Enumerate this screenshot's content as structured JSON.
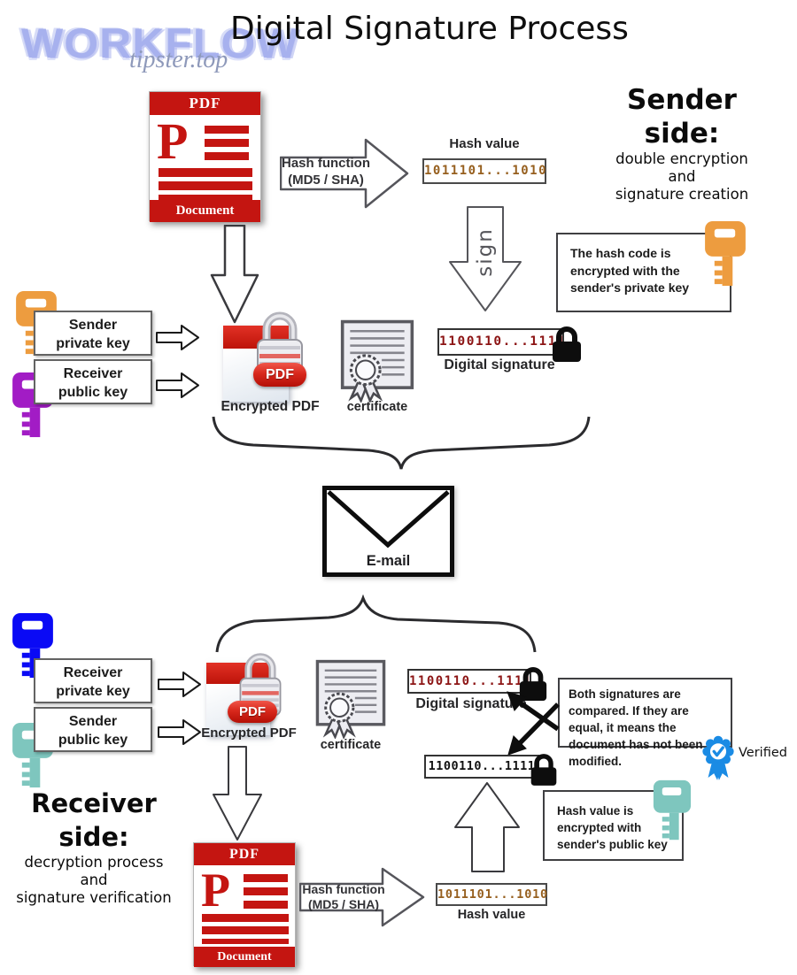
{
  "title": "Digital Signature Process",
  "watermark": {
    "brand": "WORKFLOW",
    "site": "tipster.top"
  },
  "email_label": "E-mail",
  "colors": {
    "pdf_red": "#c41511",
    "hash_text_brown": "#965f1e",
    "signature_text_dark_red": "#8c1414",
    "sender_private_key_orange": "#ED9C3F",
    "receiver_public_key_purple": "#A21CC5",
    "receiver_private_key_blue": "#0A0AF5",
    "sender_public_key_teal": "#7EC6BE",
    "verified_blue": "#1A8BE4",
    "watermark_blue": "#A7B1EE"
  },
  "icons": {
    "pdf-document-icon": "red-white document css shape",
    "encrypted-pdf-icon": "page + silver padlock + PDF pill",
    "padlock-icon": "black svg padlock",
    "key-icon": "svg key silhouette",
    "certificate-icon": "svg page with rosette seal",
    "email-envelope-icon": "bordered box with flap",
    "verified-rosette-icon": "blue scalloped badge with check"
  },
  "sender": {
    "heading_lines": [
      "Sender",
      "side:"
    ],
    "subheading": [
      "double encryption",
      "and",
      "signature creation"
    ],
    "pdf_document": {
      "header": "PDF",
      "initial": "P",
      "footer": "Document"
    },
    "hash_function_arrow": {
      "line1": "Hash function",
      "line2": "(MD5 / SHA)"
    },
    "hash_value": {
      "label": "Hash value",
      "value": "1011101...1010"
    },
    "sign_arrow_label": "sign",
    "private_key_note": "The hash code is encrypted with the sender's private key",
    "digital_signature": {
      "value": "1100110...1111",
      "label": "Digital signature"
    },
    "keys": [
      {
        "name": "sender-private-key",
        "line1": "Sender",
        "line2": "private key",
        "color": "#ED9C3F"
      },
      {
        "name": "receiver-public-key",
        "line1": "Receiver",
        "line2": "public key",
        "color": "#A21CC5"
      }
    ],
    "encrypted_pdf": {
      "badge": "PDF",
      "label": "Encrypted PDF"
    },
    "certificate_label": "certificate"
  },
  "receiver": {
    "heading_lines": [
      "Receiver",
      "side:"
    ],
    "subheading": [
      "decryption process",
      "and",
      "signature verification"
    ],
    "keys": [
      {
        "name": "receiver-private-key",
        "line1": "Receiver",
        "line2": "private key",
        "color": "#0A0AF5"
      },
      {
        "name": "sender-public-key",
        "line1": "Sender",
        "line2": "public key",
        "color": "#7EC6BE"
      }
    ],
    "encrypted_pdf": {
      "badge": "PDF",
      "label": "Encrypted PDF"
    },
    "certificate_label": "certificate",
    "digital_signature": {
      "value": "1100110...1111",
      "label": "Digital signature"
    },
    "compare_note": "Both signatures are compared. If they are equal, it means the document has not been modified.",
    "verified_label": "Verified",
    "computed_signature_value": "1100110...1111",
    "public_key_note": "Hash value is encrypted with sender's public key",
    "pdf_document": {
      "header": "PDF",
      "initial": "P",
      "footer": "Document"
    },
    "hash_function_arrow": {
      "line1": "Hash function",
      "line2": "(MD5 / SHA)"
    },
    "hash_value": {
      "label": "Hash value",
      "value": "1011101...1010"
    }
  }
}
